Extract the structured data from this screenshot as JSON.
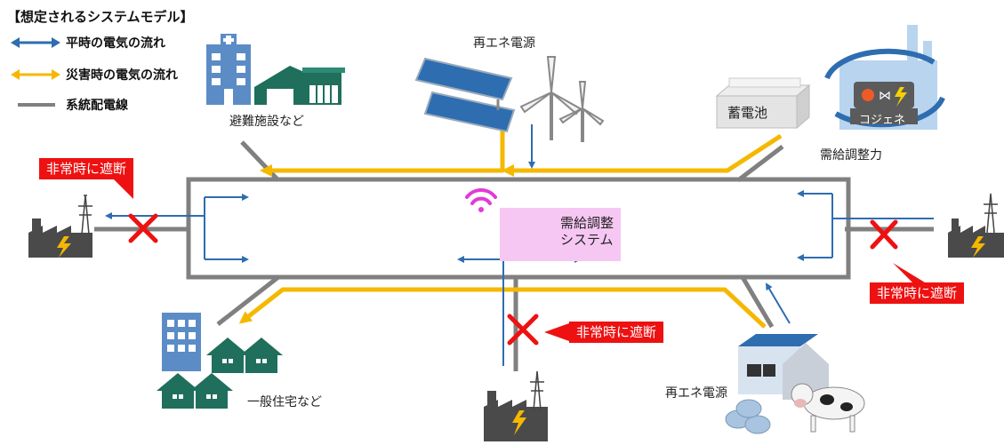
{
  "legend": {
    "title": "【想定されるシステムモデル】",
    "items": [
      {
        "label": "平時の電気の流れ",
        "color": "#2e6db0"
      },
      {
        "label": "災害時の電気の流れ",
        "color": "#f5b800"
      },
      {
        "label": "系統配電線",
        "color": "#8a8a8a"
      }
    ]
  },
  "nodes": {
    "renewable_top": "再エネ電源",
    "evacuation": "避難施設など",
    "battery": "蓄電池",
    "cogeneration": "コジェネ",
    "adjustment": "需給調整力",
    "housing": "一般住宅など",
    "renewable_bottom": "再エネ電源",
    "system_line1": "需給調整",
    "system_line2": "システム"
  },
  "callouts": {
    "left": "非常時に遮断",
    "right": "非常時に遮断",
    "bottom": "非常時に遮断"
  },
  "colors": {
    "normal_flow": "#2e6db0",
    "disaster_flow": "#f5b800",
    "grid_line": "#808080",
    "cutoff": "#ee1111",
    "building_blue": "#5b8cc6",
    "house_green": "#1f6f5c",
    "factory_dark": "#4a4a4a"
  }
}
